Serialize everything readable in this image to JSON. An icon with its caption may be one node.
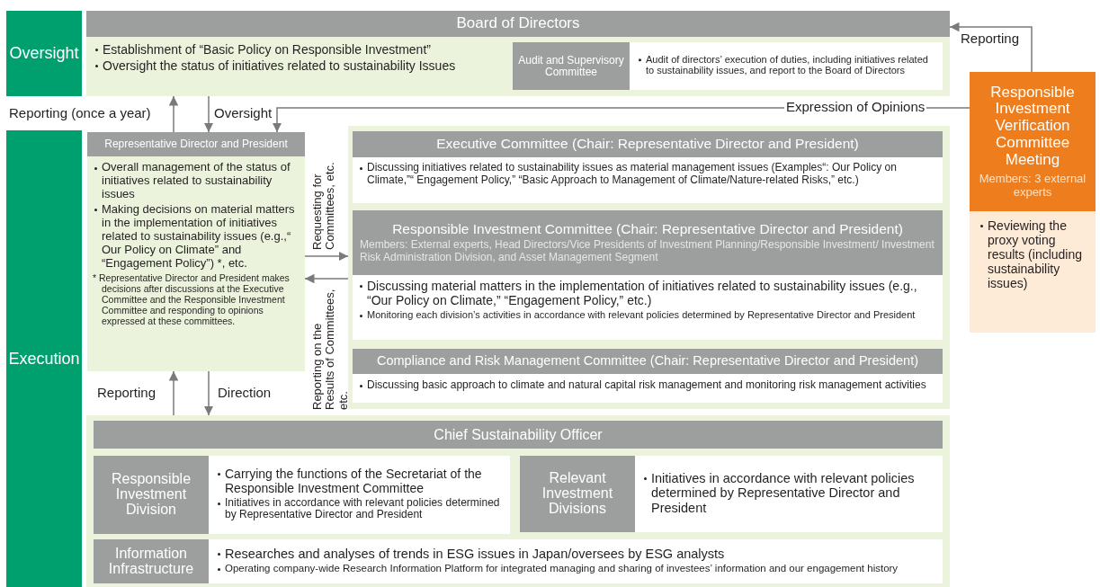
{
  "diagram": {
    "nodes": [
      {
        "text": [
          "Oversight"
        ]
      },
      {
        "text": [
          "Board of Directors",
          "Establishment of “Basic Policy on Responsible Investment”",
          "Oversight the status of initiatives related to sustainability Issues"
        ]
      },
      {
        "text": [
          "Audit and Supervisory Committee",
          "Audit of directors’ execution of duties, including initiatives related to sustainability issues, and report to the Board of Directors"
        ],
        "in": 1
      },
      {
        "text": [
          "Execution"
        ]
      },
      {
        "text": [
          "Representative Director and President",
          "Overall management of the status of initiatives related to sustainability issues",
          "Making decisions on material matters in the implementation of initiatives related to sustainability issues (e.g.,“ Our Policy on Climate” and “Engagement Policy”) *, etc.",
          "* Representative Director and President makes decisions after discussions at the Executive Committee and the Responsible Investment Committee and responding to opinions expressed at these committees."
        ]
      },
      {
        "text": [],
        "shape": "box"
      },
      {
        "text": [
          "Executive Committee (Chair: Representative Director and President)",
          "Discussing initiatives related to sustainability issues as material management issues (Examples“: Our Policy on Climate,”“ Engagement Policy,” “Basic Approach to Management of Climate/Nature-related Risks,” etc.)"
        ],
        "in": 5
      },
      {
        "text": [
          "Responsible Investment Committee (Chair: Representative Director and President)",
          "Members: External experts, Head Directors/Vice Presidents of Investment Planning/Responsible Investment/ Investment Risk Administration Division, and Asset Management Segment",
          "Discussing material matters in the implementation of initiatives related to sustainability issues (e.g., “Our Policy on Climate,” “Engagement Policy,” etc.)",
          "Monitoring each division’s activities in accordance with relevant policies determined by Representative Director and President"
        ],
        "in": 5
      },
      {
        "text": [
          "Compliance and Risk Management Committee (Chair: Representative Director and President)",
          "Discussing basic approach to climate and natural capital risk management and monitoring risk management activities"
        ],
        "in": 5
      },
      {
        "text": [
          "Chief Sustainability Officer"
        ]
      },
      {
        "text": [
          "Responsible Investment Division",
          "Carrying the functions of the Secretariat of the Responsible Investment Committee",
          "Initiatives in accordance with relevant policies determined by Representative Director and President"
        ],
        "in": 9
      },
      {
        "text": [
          "Relevant Investment Divisions",
          "Initiatives in accordance with relevant policies determined by Representative Director and President"
        ],
        "in": 9
      },
      {
        "text": [
          "Information Infrastructure",
          "Researches and analyses of trends in ESG issues in Japan/oversees by ESG analysts",
          "Operating company-wide Research Information Platform for integrated managing and sharing of investees’ information and our engagement history"
        ],
        "in": 9
      },
      {
        "text": [
          "Responsible Investment Verification Committee Meeting",
          "Members: 3 external experts",
          "Reviewing the proxy voting results (including sustainability issues)"
        ]
      }
    ],
    "edges": [
      {
        "from": 4,
        "to": 1,
        "arrow": "to",
        "label": "Reporting (once a year)"
      },
      {
        "from": 1,
        "to": 4,
        "arrow": "to",
        "label": "Oversight"
      },
      {
        "from": 13,
        "to": 1,
        "arrow": "to",
        "label": "Reporting"
      },
      {
        "from": 13,
        "to": 4,
        "arrow": "to",
        "label": "Expression of Opinions"
      },
      {
        "from": 4,
        "to": 5,
        "arrow": "to",
        "label": "Requesting for Committees, etc."
      },
      {
        "from": 5,
        "to": 4,
        "arrow": "to",
        "label": "Reporting on the Results of Committees, etc."
      },
      {
        "from": 9,
        "to": 4,
        "arrow": "to",
        "label": "Reporting"
      },
      {
        "from": 4,
        "to": 9,
        "arrow": "to",
        "label": "Direction"
      }
    ]
  }
}
